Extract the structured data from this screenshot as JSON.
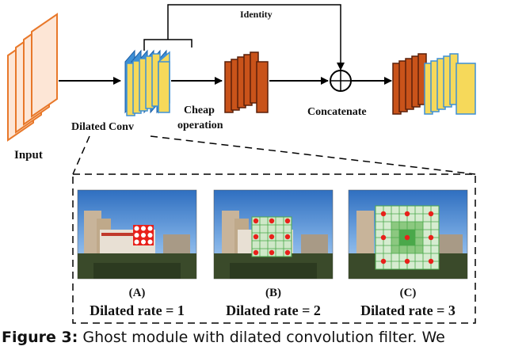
{
  "labels": {
    "input": "Input",
    "dilated_conv": "Dilated Conv",
    "cheap_line1": "Cheap",
    "cheap_line2": "operation",
    "identity": "Identity",
    "concatenate": "Concatenate"
  },
  "panels": [
    {
      "id": "A",
      "tag": "(A)",
      "rate_text": "Dilated rate = 1"
    },
    {
      "id": "B",
      "tag": "(B)",
      "rate_text": "Dilated rate = 2"
    },
    {
      "id": "C",
      "tag": "(C)",
      "rate_text": "Dilated rate = 3"
    }
  ],
  "caption": {
    "label": "Figure 3:",
    "text": " Ghost module with dilated convolution filter.  We"
  },
  "colors": {
    "input_feature": "#fde6d6",
    "input_edge": "#e8782a",
    "ghost_feature": "#f6d95a",
    "ghost_edge": "#3d8fd6",
    "cheap_feature": "#c9531a",
    "cheap_edge": "#6a2a0a",
    "kernel_red": "#e8201a",
    "grid_green": "#4aa84a"
  }
}
